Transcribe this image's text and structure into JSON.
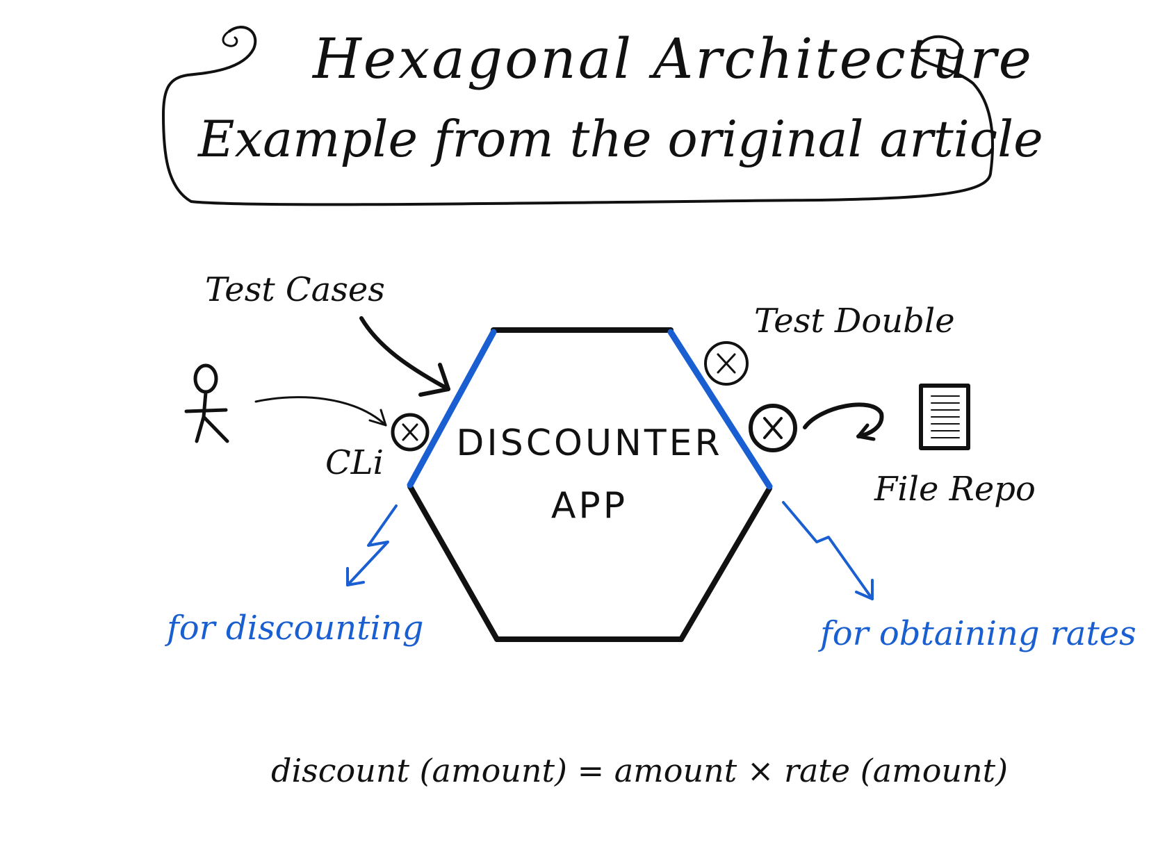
{
  "title": {
    "line1": "Hexagonal Architecture",
    "line2": "Example from the original article"
  },
  "hexagon": {
    "label_line1": "DISCOUNTER",
    "label_line2": "APP"
  },
  "labels": {
    "test_cases": "Test Cases",
    "test_double": "Test Double",
    "cli": "CLi",
    "file_repo": "File Repo"
  },
  "ports": {
    "left": "for discounting",
    "right": "for obtaining rates"
  },
  "formula": "discount (amount) = amount × rate (amount)",
  "icons": {
    "actor": "stick-figure-icon",
    "document": "document-icon",
    "adapter": "adapter-x-icon"
  },
  "colors": {
    "ink": "#111111",
    "port": "#1a5fd1"
  }
}
